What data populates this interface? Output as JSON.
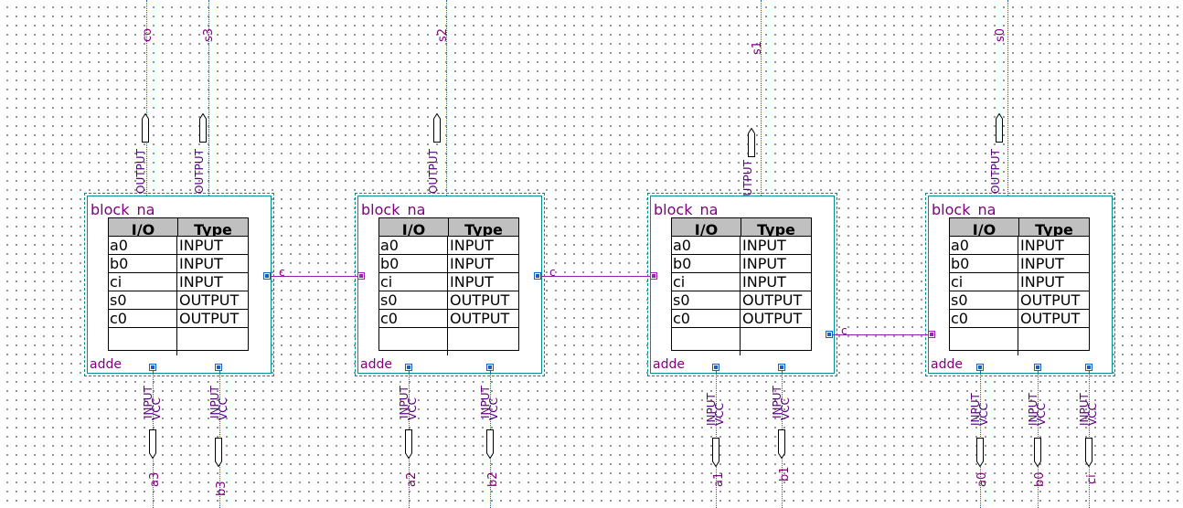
{
  "app": {
    "name": "",
    "canvas_label": ""
  },
  "table_headers": {
    "io": "I/O",
    "type": "Type"
  },
  "blocks": [
    {
      "name": "block_na",
      "instance": "adde",
      "rows": [
        {
          "io": "a0",
          "type": "INPUT"
        },
        {
          "io": "b0",
          "type": "INPUT"
        },
        {
          "io": "ci",
          "type": "INPUT"
        },
        {
          "io": "s0",
          "type": "OUTPUT"
        },
        {
          "io": "c0",
          "type": "OUTPUT"
        }
      ]
    },
    {
      "name": "block_na",
      "instance": "adde",
      "rows": [
        {
          "io": "a0",
          "type": "INPUT"
        },
        {
          "io": "b0",
          "type": "INPUT"
        },
        {
          "io": "ci",
          "type": "INPUT"
        },
        {
          "io": "s0",
          "type": "OUTPUT"
        },
        {
          "io": "c0",
          "type": "OUTPUT"
        }
      ]
    },
    {
      "name": "block_na",
      "instance": "adde",
      "rows": [
        {
          "io": "a0",
          "type": "INPUT"
        },
        {
          "io": "b0",
          "type": "INPUT"
        },
        {
          "io": "ci",
          "type": "INPUT"
        },
        {
          "io": "s0",
          "type": "OUTPUT"
        },
        {
          "io": "c0",
          "type": "OUTPUT"
        }
      ]
    },
    {
      "name": "block_na",
      "instance": "adde",
      "rows": [
        {
          "io": "a0",
          "type": "INPUT"
        },
        {
          "io": "b0",
          "type": "INPUT"
        },
        {
          "io": "ci",
          "type": "INPUT"
        },
        {
          "io": "s0",
          "type": "OUTPUT"
        },
        {
          "io": "c0",
          "type": "OUTPUT"
        }
      ]
    }
  ],
  "output_pins": [
    {
      "signal": "co",
      "type": "OUTPUT"
    },
    {
      "signal": "s3",
      "type": "OUTPUT"
    },
    {
      "signal": "s2",
      "type": "OUTPUT"
    },
    {
      "signal": "s1",
      "type": "OUTPUT"
    },
    {
      "signal": "s0",
      "type": "OUTPUT"
    }
  ],
  "input_pins": [
    {
      "signal": "a3",
      "type": "INPUT",
      "default": "VCC"
    },
    {
      "signal": "b3",
      "type": "INPUT",
      "default": "VCC"
    },
    {
      "signal": "a2",
      "type": "INPUT",
      "default": "VCC"
    },
    {
      "signal": "b2",
      "type": "INPUT",
      "default": "VCC"
    },
    {
      "signal": "a1",
      "type": "INPUT",
      "default": "VCC"
    },
    {
      "signal": "b1",
      "type": "INPUT",
      "default": "VCC"
    },
    {
      "signal": "a0",
      "type": "INPUT",
      "default": "VCC"
    },
    {
      "signal": "b0",
      "type": "INPUT",
      "default": "VCC"
    },
    {
      "signal": "ci",
      "type": "INPUT",
      "default": "VCC"
    }
  ],
  "carry_labels": [
    "c",
    "c",
    "c"
  ],
  "colors": {
    "wire": "#1a60c0",
    "text": "#800080",
    "block_border": "#009090",
    "header_bg": "#c0c0c0"
  }
}
